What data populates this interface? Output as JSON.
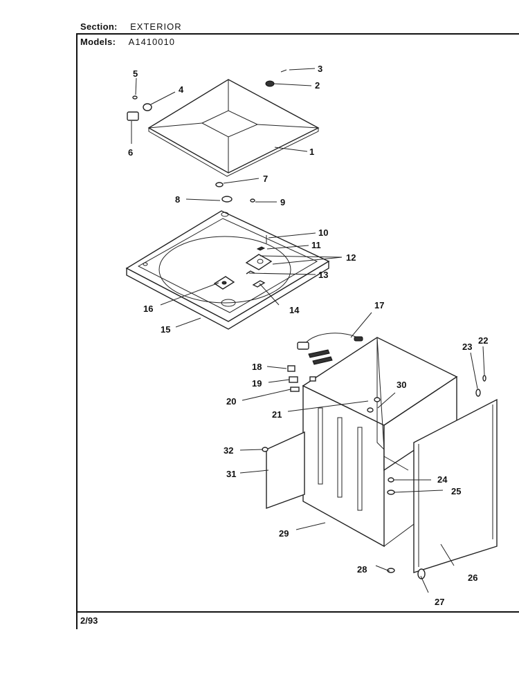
{
  "header": {
    "section_label": "Section:",
    "section_value": "EXTERIOR",
    "models_label": "Models:",
    "models_value": "A1410010"
  },
  "footer": {
    "date_code": "2/93"
  },
  "callouts": [
    "1",
    "2",
    "3",
    "4",
    "5",
    "6",
    "7",
    "8",
    "9",
    "10",
    "11",
    "12",
    "13",
    "14",
    "15",
    "16",
    "17",
    "18",
    "19",
    "20",
    "21",
    "22",
    "23",
    "24",
    "25",
    "26",
    "27",
    "28",
    "29",
    "30",
    "31",
    "32"
  ]
}
